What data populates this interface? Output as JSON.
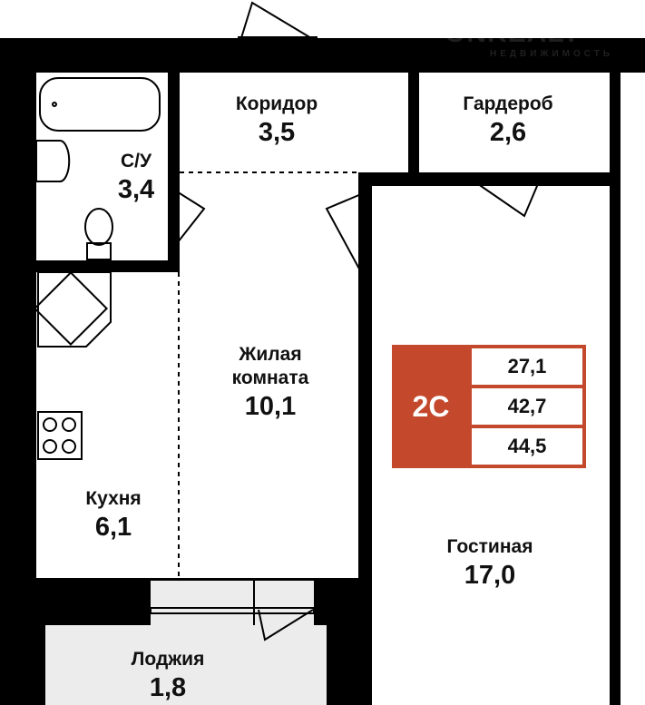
{
  "logo": {
    "brand": "ONREALT",
    "subtitle": "НЕДВИЖИМОСТЬ"
  },
  "rooms": [
    {
      "name": "Коридор",
      "area": "3,5"
    },
    {
      "name": "Гардероб",
      "area": "2,6"
    },
    {
      "name": "С/У",
      "area": "3,4"
    },
    {
      "name": "Жилая комната",
      "area": "10,1"
    },
    {
      "name": "Кухня",
      "area": "6,1"
    },
    {
      "name": "Гостиная",
      "area": "17,0"
    },
    {
      "name": "Лоджия",
      "area": "1,8"
    }
  ],
  "summary": {
    "type": "2С",
    "living_area": "27,1",
    "total_area": "42,7",
    "total_with_loggia": "44,5"
  },
  "colors": {
    "accent": "#c4492c",
    "walls": "#000000",
    "loggia": "#ececec"
  }
}
